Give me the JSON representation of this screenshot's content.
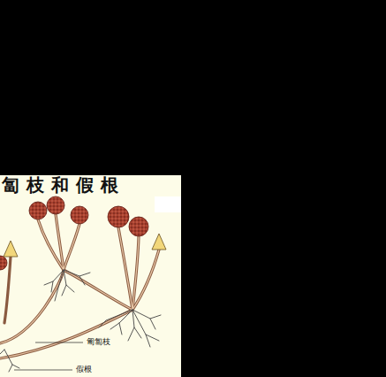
{
  "diagram": {
    "title": "匐枝和假根",
    "labels": [
      "匍匐枝",
      "假根"
    ]
  }
}
